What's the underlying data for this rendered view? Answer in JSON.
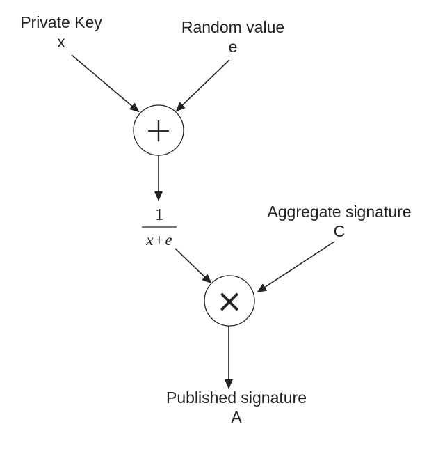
{
  "nodes": {
    "private_key": {
      "title": "Private Key",
      "symbol": "x"
    },
    "random_value": {
      "title": "Random value",
      "symbol": "e"
    },
    "aggregate_signature": {
      "title": "Aggregate signature",
      "symbol": "C"
    },
    "published_signature": {
      "title": "Published signature",
      "symbol": "A"
    }
  },
  "operators": {
    "add": {
      "symbol": "+"
    },
    "multiply": {
      "symbol": "×"
    }
  },
  "fraction": {
    "numerator": "1",
    "denominator_x": "x",
    "denominator_op": "+",
    "denominator_e": "e"
  }
}
